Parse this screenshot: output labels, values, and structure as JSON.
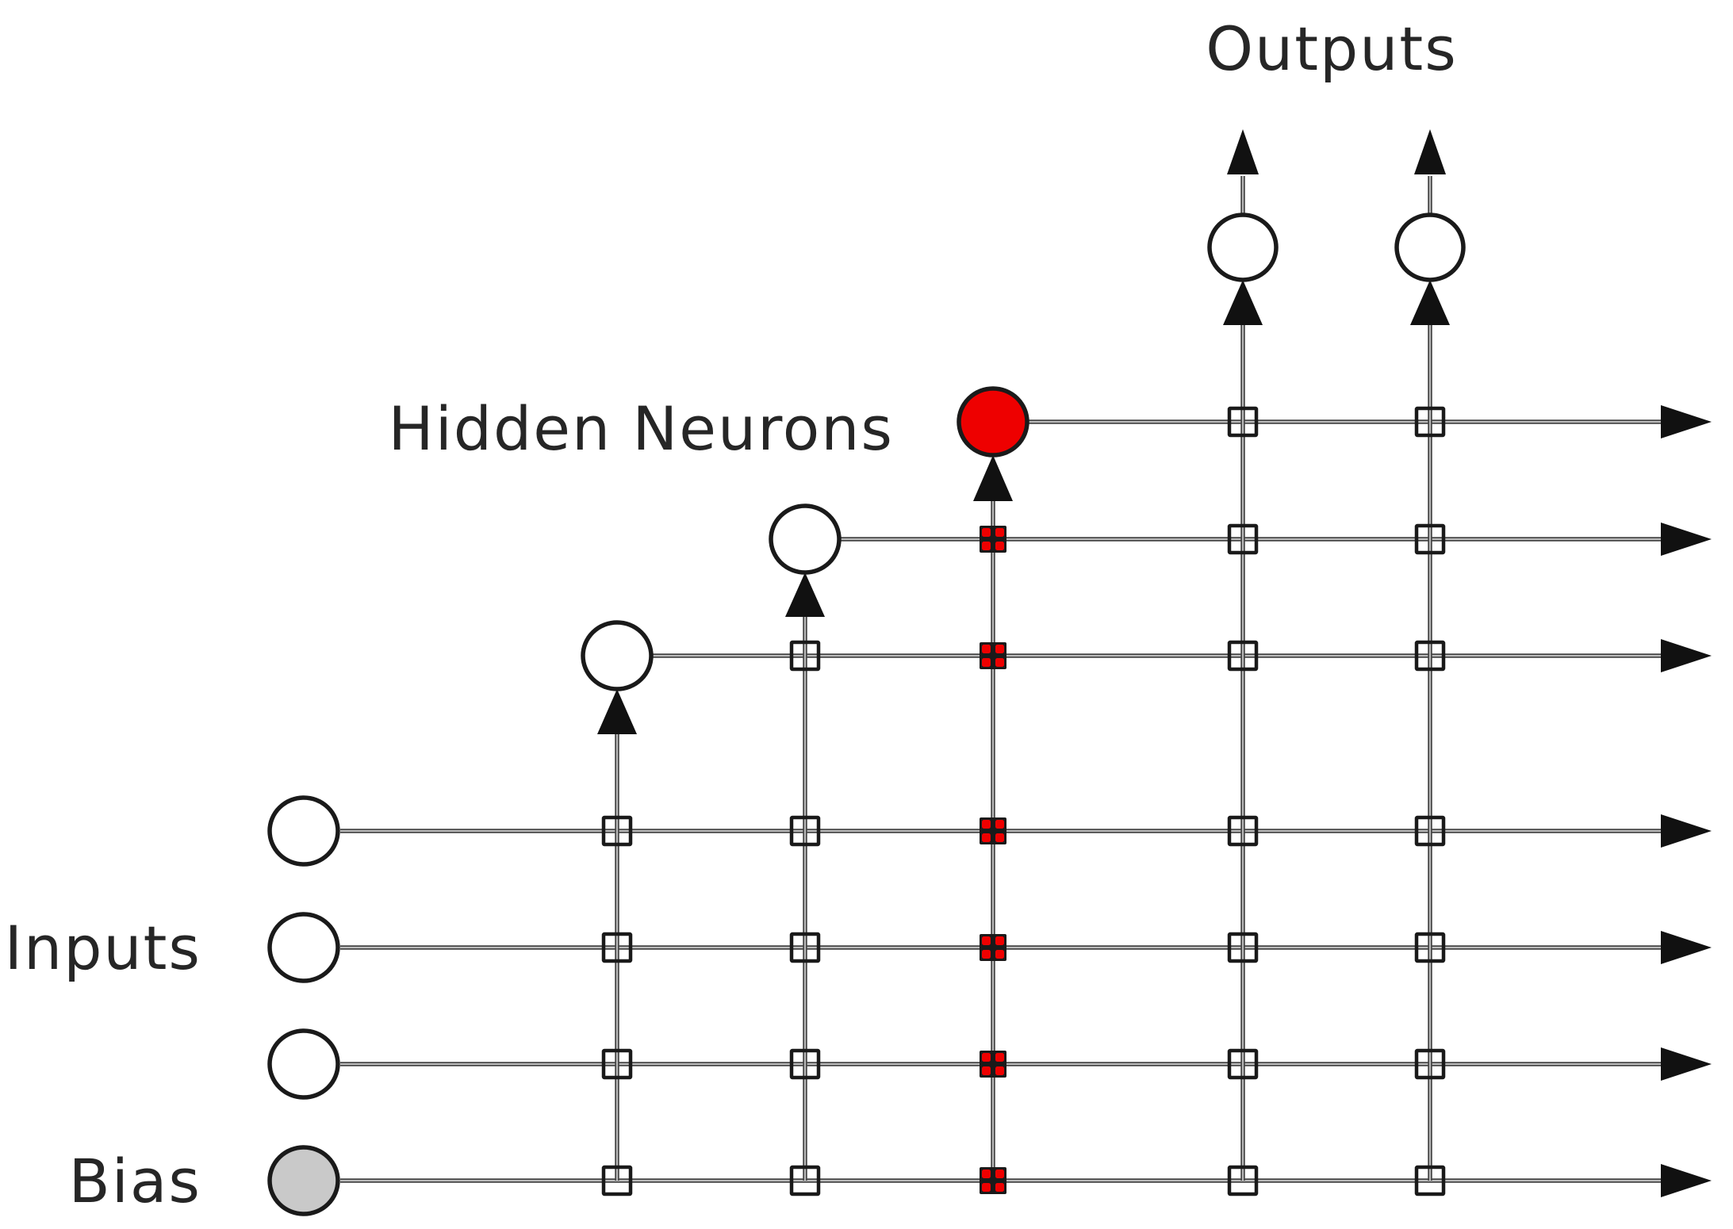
{
  "labels": {
    "outputs": "Outputs",
    "hidden_neurons": "Hidden Neurons",
    "inputs": "Inputs",
    "bias": "Bias"
  },
  "colors": {
    "background": "#ffffff",
    "ink": "#1a1a1a",
    "arrow": "#111111",
    "wire": "#474747",
    "wire_core": "#cccccc",
    "highlight_red": "#ee0000",
    "bias_gray": "#c9c9c9",
    "neuron_white": "#ffffff",
    "text": "#262626"
  },
  "network": {
    "input_neurons": [
      {
        "fill": "white"
      },
      {
        "fill": "white"
      },
      {
        "fill": "white"
      }
    ],
    "bias_neuron": {
      "fill": "gray"
    },
    "hidden_neurons": [
      {
        "fill": "red",
        "highlighted": true
      },
      {
        "fill": "white",
        "highlighted": false
      },
      {
        "fill": "white",
        "highlighted": false
      }
    ],
    "output_neurons": [
      {
        "fill": "white"
      },
      {
        "fill": "white"
      }
    ],
    "rows": [
      {
        "source": "hidden-neuron-red"
      },
      {
        "source": "hidden-neuron-2"
      },
      {
        "source": "hidden-neuron-3"
      },
      {
        "source": "input-neuron-1"
      },
      {
        "source": "input-neuron-2"
      },
      {
        "source": "input-neuron-3"
      },
      {
        "source": "bias-neuron"
      }
    ],
    "crossbar_columns": [
      {
        "feeds": "hidden-neuron-3",
        "square_rows": [
          3,
          4,
          5,
          6
        ],
        "square_color": "white"
      },
      {
        "feeds": "hidden-neuron-2",
        "square_rows": [
          2,
          3,
          4,
          5,
          6
        ],
        "square_color": "white"
      },
      {
        "feeds": "hidden-neuron-red",
        "square_rows": [
          1,
          2,
          3,
          4,
          5,
          6
        ],
        "square_color": "red"
      },
      {
        "feeds": "output-neuron-1",
        "square_rows": [
          0,
          1,
          2,
          3,
          4,
          5,
          6
        ],
        "square_color": "white"
      },
      {
        "feeds": "output-neuron-2",
        "square_rows": [
          0,
          1,
          2,
          3,
          4,
          5,
          6
        ],
        "square_color": "white"
      }
    ]
  }
}
